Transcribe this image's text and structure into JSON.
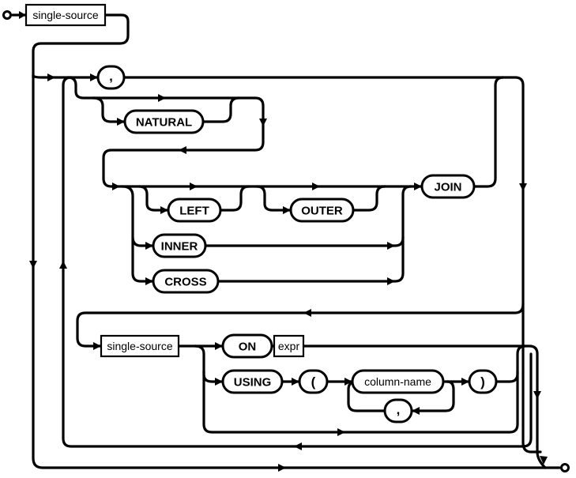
{
  "diagram": {
    "nonterminals": {
      "first_source": "single-source",
      "second_source": "single-source",
      "expr": "expr",
      "column_name": "column-name"
    },
    "keywords": {
      "comma_top": ",",
      "natural": "NATURAL",
      "left": "LEFT",
      "outer": "OUTER",
      "inner": "INNER",
      "cross": "CROSS",
      "join": "JOIN",
      "on": "ON",
      "using": "USING",
      "open_paren": "(",
      "close_paren": ")",
      "comma_list": ","
    }
  }
}
